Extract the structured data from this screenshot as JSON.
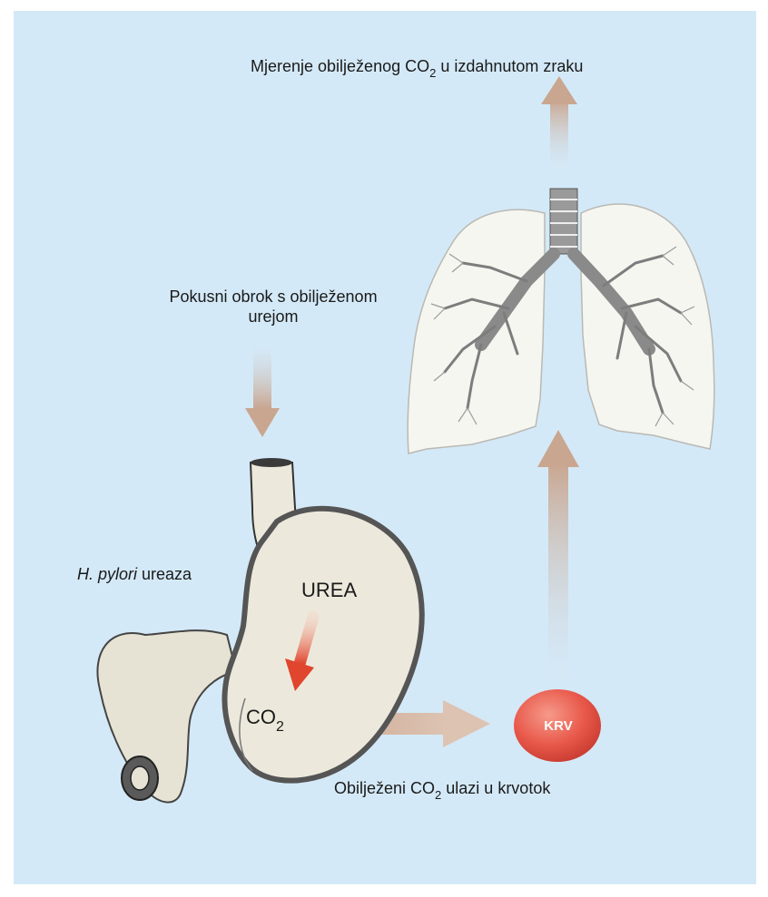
{
  "labels": {
    "exhaled": {
      "before": "Mjerenje obilježenog CO",
      "sub": "2",
      "after": " u izdahnutom zraku"
    },
    "meal": {
      "line1": "Pokusni obrok s obilježenom",
      "line2": "urejom"
    },
    "urease": {
      "italic": "H. pylori",
      "rest": " ureaza"
    },
    "urea": "UREA",
    "co2": {
      "main": "CO",
      "sub": "2"
    },
    "krv": "KRV",
    "blood": {
      "before": "Obilježeni CO",
      "sub": "2",
      "after": " ulazi u krvotok"
    }
  },
  "colors": {
    "background": "#d4e9f7",
    "arrow": "#caa994",
    "organ_fill": "#ece9dc",
    "lung_fill": "#f6f6f1",
    "airway": "#8a8a8a",
    "blood_cell": "#e8584a",
    "reaction_arrow": "#e0452e"
  },
  "icons": [
    "stomach-illustration",
    "lungs-illustration",
    "blood-cell-icon"
  ]
}
